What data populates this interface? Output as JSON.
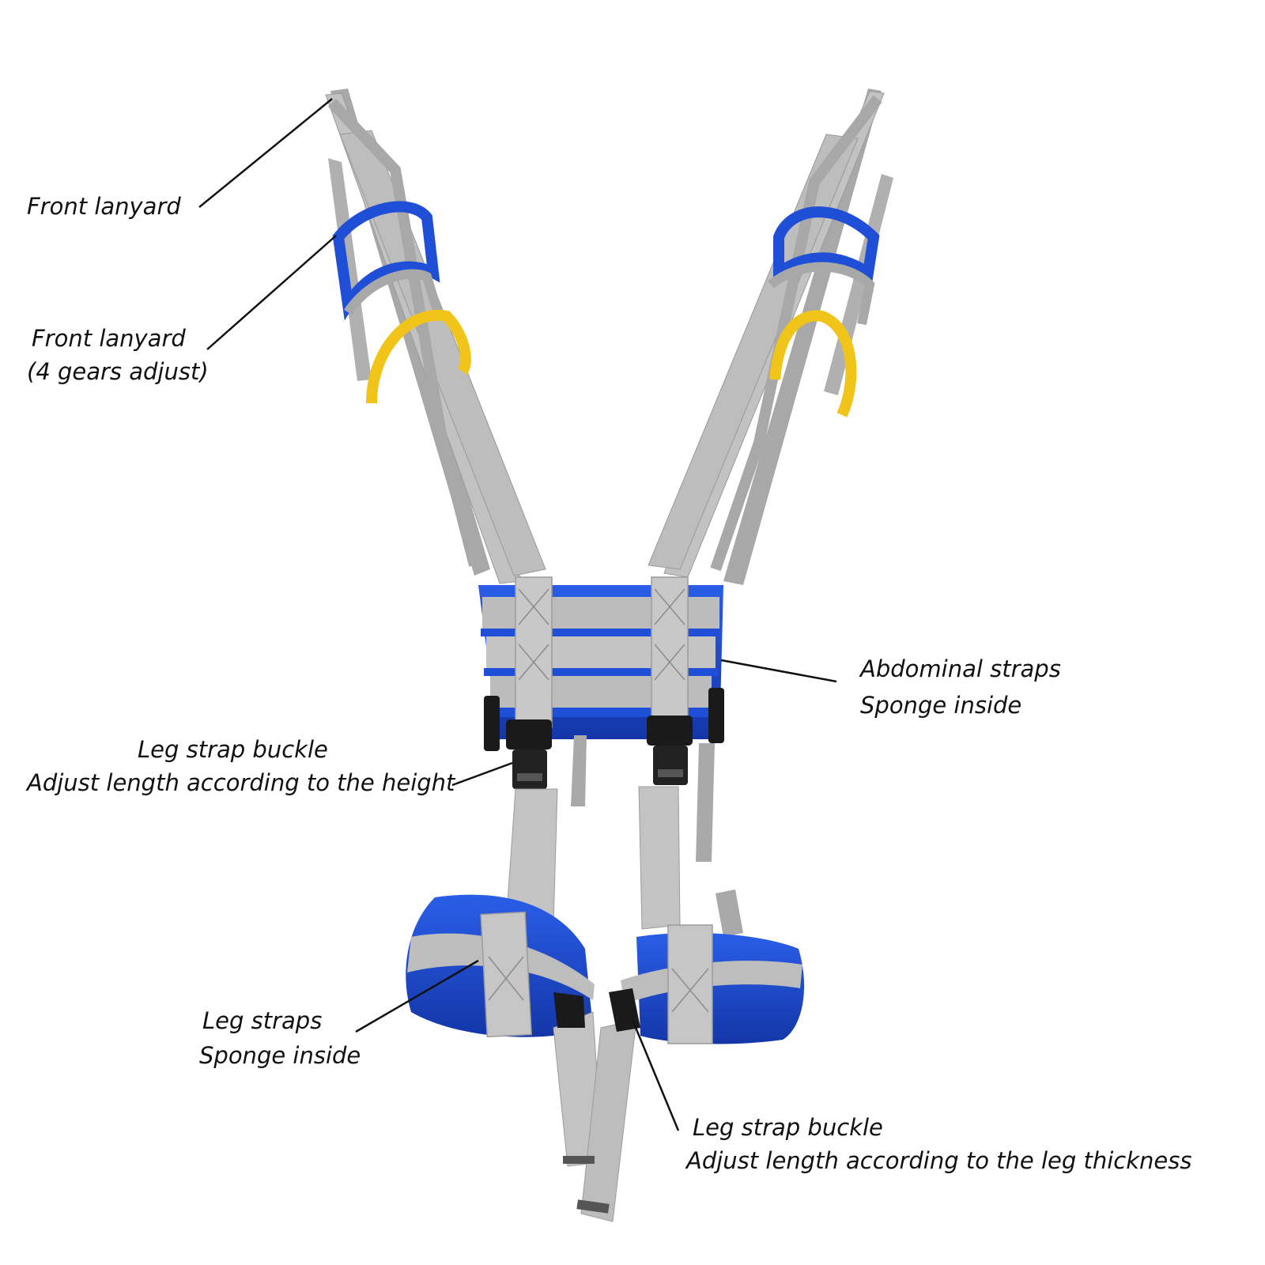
{
  "colors": {
    "strap_gray": "#b9b9b9",
    "strap_gray_dark": "#8e8e8e",
    "blue": "#1f4fd6",
    "blue_dark": "#1436a8",
    "yellow": "#f0c419",
    "buckle": "#1a1a1a",
    "leader_line": "#111111",
    "text": "#111111"
  },
  "labels": {
    "front_lanyard": "Front lanyard",
    "front_lanyard_adjust_line1": "Front lanyard",
    "front_lanyard_adjust_line2": "(4 gears adjust)",
    "abdominal_line1": "Abdominal straps",
    "abdominal_line2": "Sponge inside",
    "leg_buckle_height_line1": "Leg strap buckle",
    "leg_buckle_height_line2": "Adjust length according to the height",
    "leg_straps_line1": "Leg straps",
    "leg_straps_line2": "Sponge inside",
    "leg_buckle_thickness_line1": "Leg strap buckle",
    "leg_buckle_thickness_line2": "Adjust length according to the leg thickness"
  }
}
